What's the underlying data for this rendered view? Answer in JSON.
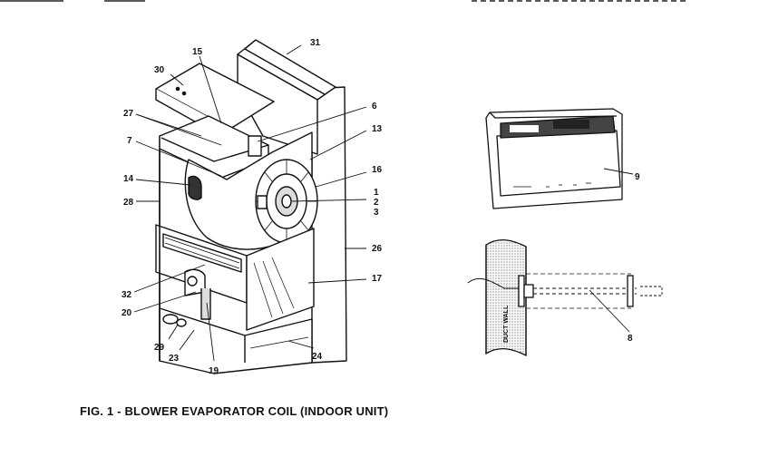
{
  "figure": {
    "caption": "FIG. 1 -  BLOWER EVAPORATOR COIL (INDOOR UNIT)",
    "duct_wall_label": "DUCT WALL",
    "callouts": [
      "31",
      "15",
      "30",
      "6",
      "27",
      "13",
      "7",
      "16",
      "14",
      "1",
      "2",
      "3",
      "28",
      "26",
      "17",
      "32",
      "20",
      "29",
      "23",
      "19",
      "24",
      "9",
      "8"
    ]
  }
}
